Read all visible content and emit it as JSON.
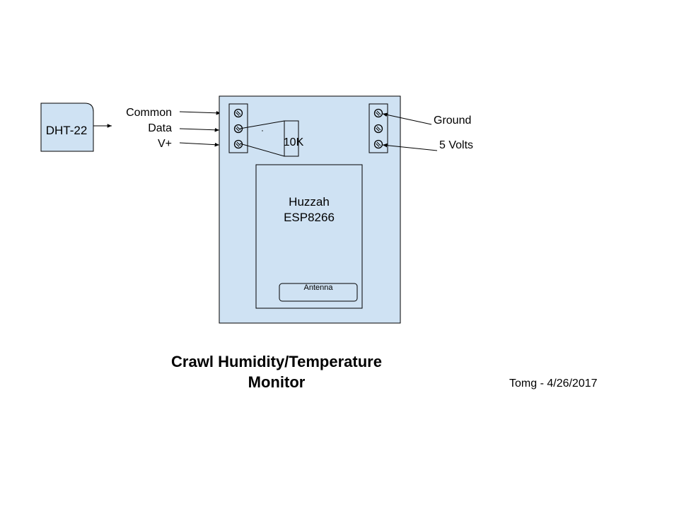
{
  "colors": {
    "box_fill": "#cfe2f3",
    "stroke": "#000000",
    "background": "#ffffff"
  },
  "sensor": {
    "label": "DHT-22"
  },
  "sensor_wires": {
    "common": "Common",
    "data": "Data",
    "vplus": "V+"
  },
  "resistor": {
    "label": "10K"
  },
  "board": {
    "name_line1": "Huzzah",
    "name_line2": "ESP8266",
    "antenna": "Antenna"
  },
  "power_wires": {
    "ground": "Ground",
    "five_volts": "5 Volts"
  },
  "title": {
    "line1": "Crawl Humidity/Temperature",
    "line2": "Monitor"
  },
  "author_date": "Tomg - 4/26/2017",
  "icons": {
    "terminal_screw": "screw-terminal-icon"
  }
}
